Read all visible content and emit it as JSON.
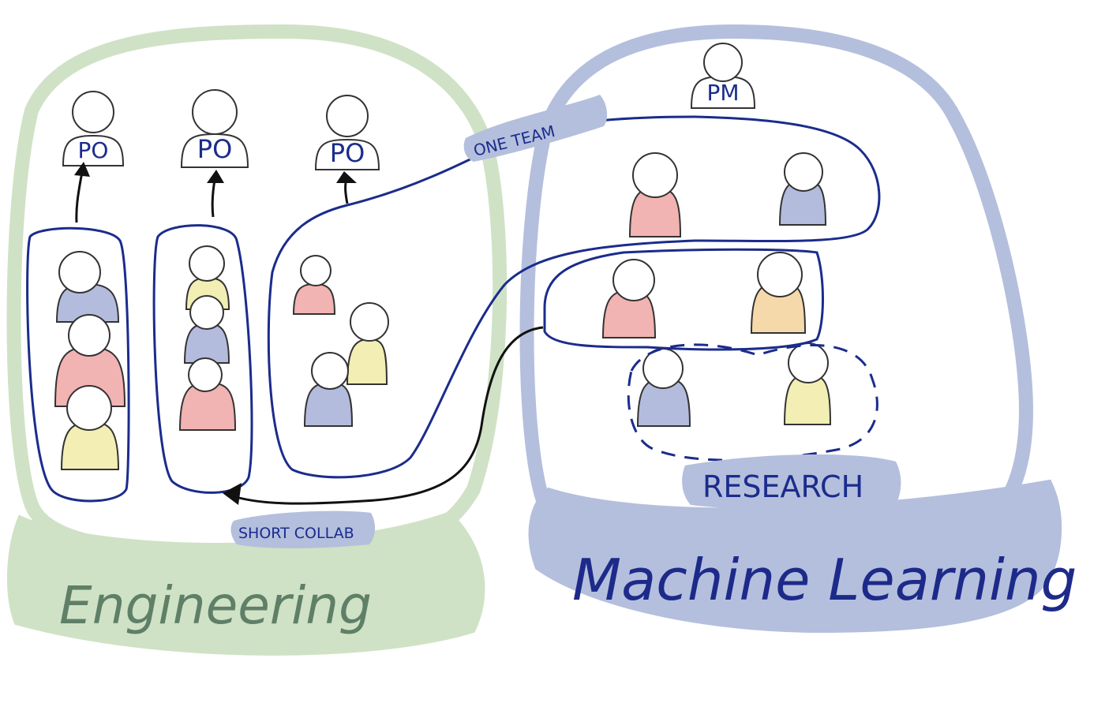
{
  "colors": {
    "engineering_green": "#cfe2c6",
    "engineering_text": "#5f7f67",
    "ml_blue": "#b4bfdd",
    "ml_text": "#1d2a8a",
    "ink_navy": "#1b2c8c",
    "ink_black": "#111111",
    "person_outline": "#333333",
    "person_head": "#ffffff",
    "body_red": "#f2b3b3",
    "body_blue": "#b3bcdd",
    "body_yellow": "#f2eeb4",
    "body_orange": "#f6d9ab",
    "body_white": "#ffffff"
  },
  "engineering": {
    "label": "Engineering",
    "product_owners": [
      "PO",
      "PO",
      "PO"
    ]
  },
  "machine_learning": {
    "label": "Machine Learning",
    "pm_label": "PM",
    "research_label": "RESEARCH"
  },
  "annotations": {
    "one_team": "ONE TEAM",
    "short_collab": "SHORT COLLAB"
  },
  "icons": {
    "person": "person-icon",
    "arrow": "arrow-up-icon"
  }
}
